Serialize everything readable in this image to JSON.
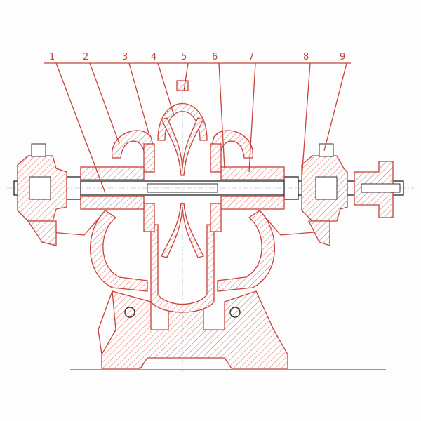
{
  "diagram": {
    "title": "Split-case double-suction pump cross-section",
    "callouts": [
      "1",
      "2",
      "3",
      "4",
      "5",
      "6",
      "7",
      "8",
      "9"
    ],
    "colors": {
      "line": "#c8423a",
      "hatch": "#e27a6e",
      "outline": "#333333"
    }
  }
}
